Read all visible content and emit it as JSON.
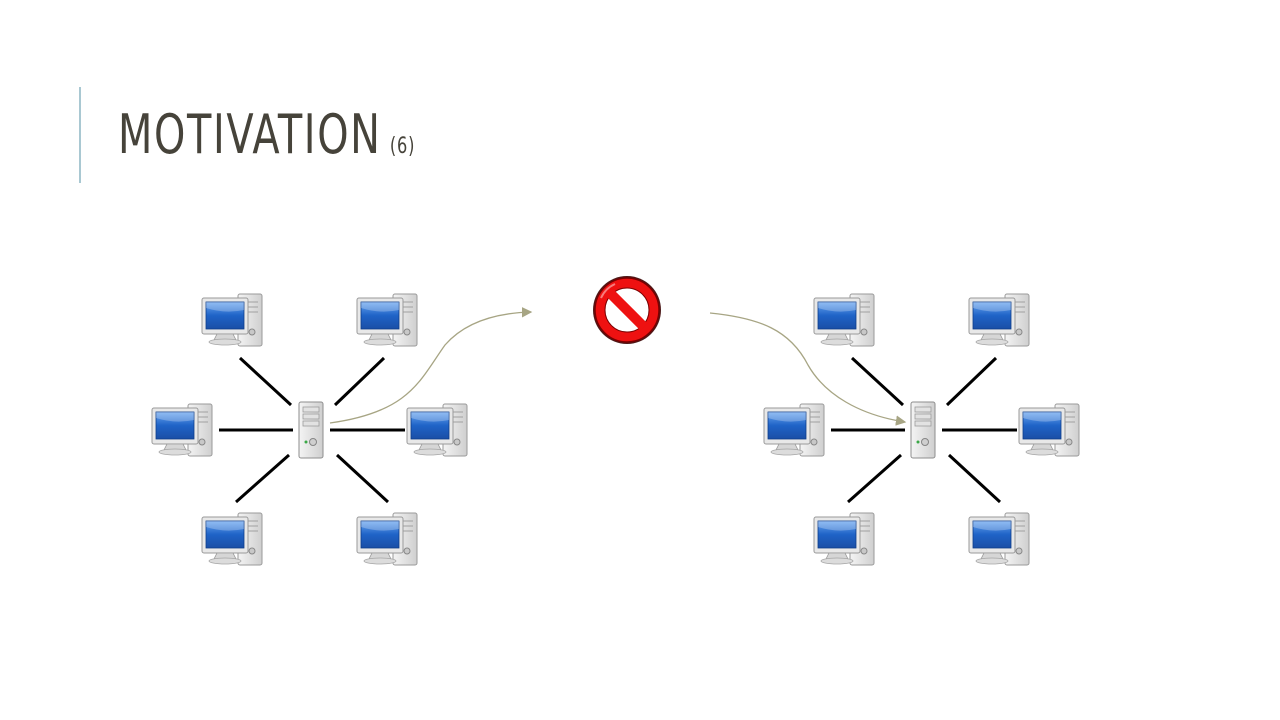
{
  "slide": {
    "title": "MOTIVATION",
    "title_suffix": "(6)"
  },
  "icons": {
    "client": "desktop-computer-icon",
    "server": "tower-server-icon",
    "blocked": "prohibited-icon"
  },
  "colors": {
    "title": "#46433a",
    "accent_bar": "#a9c8d2",
    "arrow": "#a7a584",
    "link": "#000000",
    "prohibit_red": "#ee1111",
    "screen_blue": "#1f63c7"
  },
  "networks": [
    {
      "name": "",
      "clients": 6,
      "topology": "star"
    },
    {
      "name": "",
      "clients": 6,
      "topology": "star"
    }
  ]
}
